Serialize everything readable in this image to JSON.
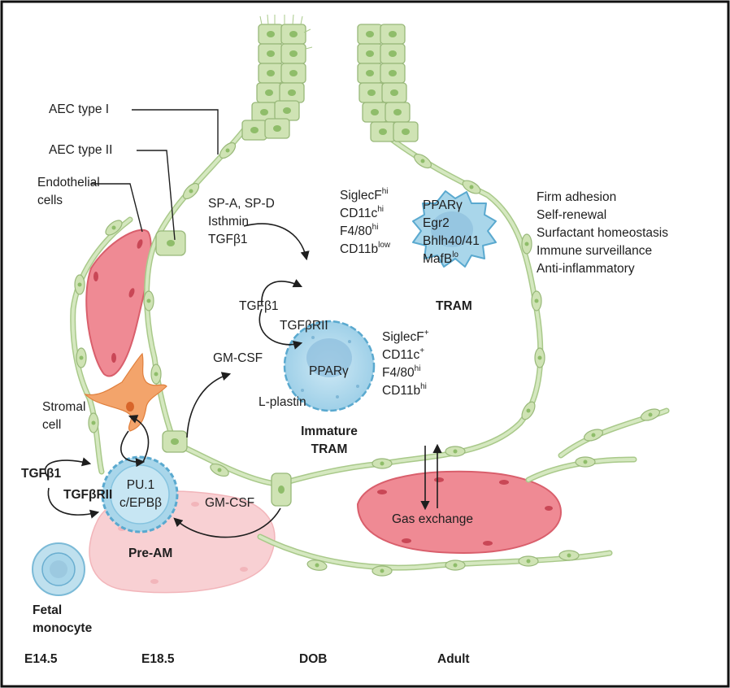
{
  "labels": {
    "aec1": "AEC type I",
    "aec2": "AEC type II",
    "endo": [
      "Endothelial",
      "cells"
    ],
    "stromal": [
      "Stromal",
      "cell"
    ],
    "factors": [
      "SP-A, SP-D",
      "Isthmin",
      "TGFβ1"
    ],
    "gmcsf_upper": "GM-CSF",
    "gmcsf_lower": "GM-CSF",
    "lplastin": "L-plastin",
    "tgfb1_imm": "TGFβ1",
    "tgfbr_imm": "TGFβRII",
    "tgfb1_pre": "TGFβ1",
    "tgfbr_pre": "TGFβRII",
    "gas": "Gas exchange"
  },
  "pream": {
    "tf1": "PU.1",
    "tf2": "c/EPBβ",
    "name": "Pre-AM"
  },
  "immature": {
    "center": "PPARγ",
    "name": [
      "Immature",
      "TRAM"
    ],
    "markers": [
      {
        "base": "SiglecF",
        "sup": "+"
      },
      {
        "base": "CD11c",
        "sup": "+"
      },
      {
        "base": "F4/80",
        "sup": "hi"
      },
      {
        "base": "CD11b",
        "sup": "hi"
      }
    ]
  },
  "tram": {
    "name": "TRAM",
    "tf": [
      {
        "base": "PPARγ",
        "sup": ""
      },
      {
        "base": "Egr2",
        "sup": ""
      },
      {
        "base": "Bhlh40/41",
        "sup": ""
      },
      {
        "base": "MafB",
        "sup": "lo"
      }
    ],
    "markers": [
      {
        "base": "SiglecF",
        "sup": "hi"
      },
      {
        "base": "CD11c",
        "sup": "hi"
      },
      {
        "base": "F4/80",
        "sup": "hi"
      },
      {
        "base": "CD11b",
        "sup": "low"
      }
    ],
    "functions": [
      "Firm adhesion",
      "Self-renewal",
      "Surfactant homeostasis",
      "Immune surveillance",
      "Anti-inflammatory"
    ]
  },
  "fetal": [
    "Fetal",
    "monocyte"
  ],
  "timeline": [
    "E14.5",
    "E18.5",
    "DOB",
    "Adult"
  ],
  "colors": {
    "epithelium": "#cfe3b4",
    "epithelium_stroke": "#98b879",
    "nucleus": "#8fbd6a",
    "macrophage": "#a9d6ea",
    "macrophage_stroke": "#5aa9cf",
    "vessel": "#ef8a94",
    "vessel_light": "#f6c3c7",
    "stromal": "#f3a46b"
  }
}
